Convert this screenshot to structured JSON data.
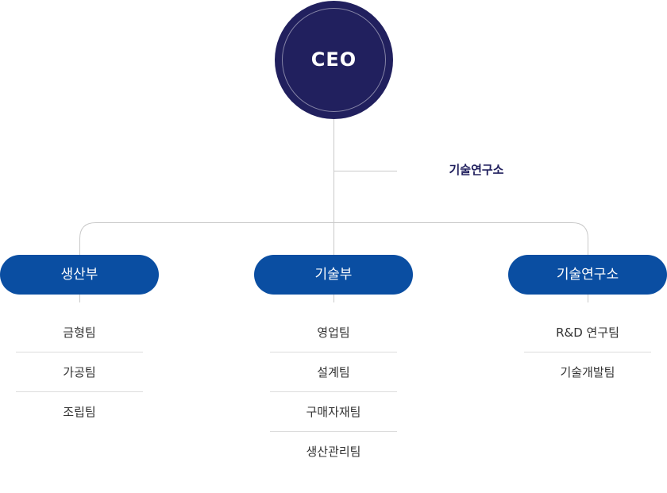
{
  "ceo": {
    "label": "CEO"
  },
  "staff_unit": {
    "label": "기술연구소"
  },
  "departments": [
    {
      "label": "생산부",
      "teams": [
        "금형팀",
        "가공팀",
        "조립팀"
      ]
    },
    {
      "label": "기술부",
      "teams": [
        "영업팀",
        "설계팀",
        "구매자재팀",
        "생산관리팀"
      ]
    },
    {
      "label": "기술연구소",
      "teams": [
        "R&D 연구팀",
        "기술개발팀"
      ]
    }
  ],
  "colors": {
    "ceo_fill": "#21205e",
    "dept_fill": "#0a4ea2",
    "connector": "#c9c9c9",
    "divider": "#dcdcdc",
    "staff_text": "#21205e"
  }
}
